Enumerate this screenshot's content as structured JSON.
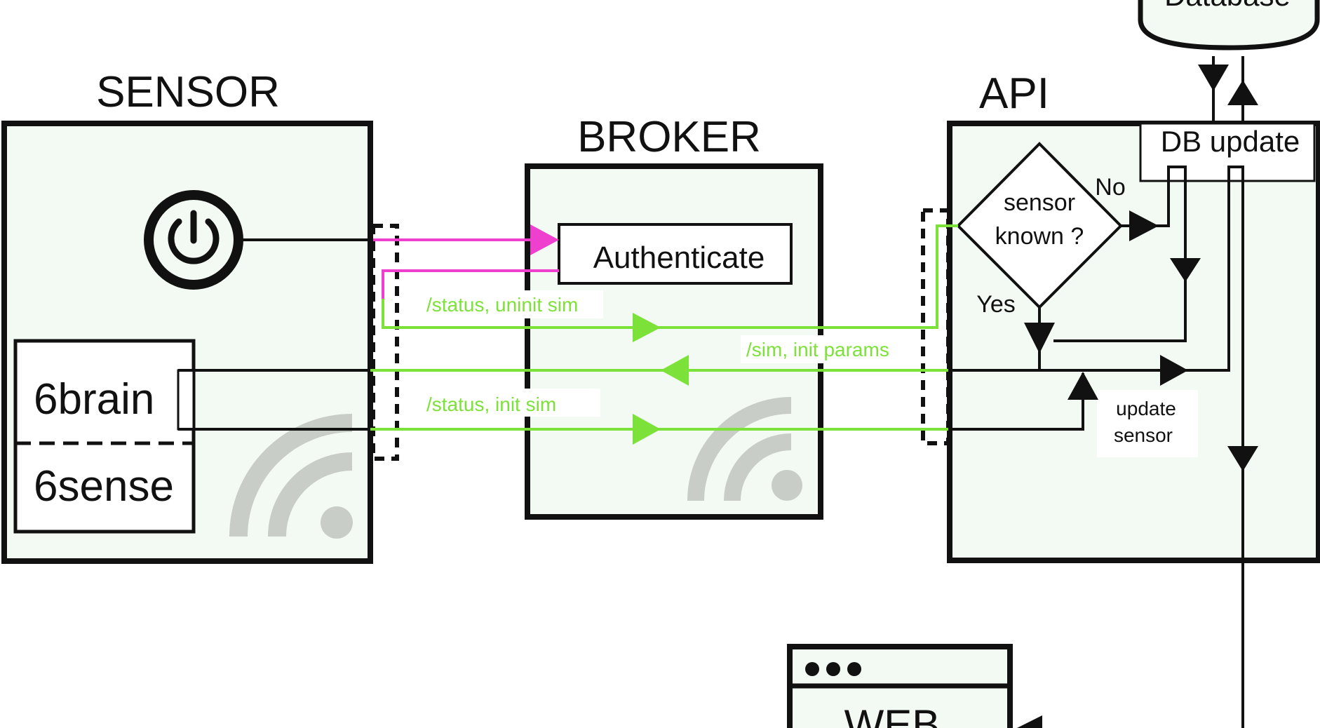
{
  "colors": {
    "panel_fill": "#f3f9f3",
    "stroke": "#111111",
    "magenta": "#ee3fcf",
    "green": "#7ce239",
    "wifi": "#c8cdc8"
  },
  "sensor": {
    "title": "SENSOR",
    "power_icon": "power-icon",
    "brain_label": "6brain",
    "sense_label": "6sense",
    "wifi_icon": "wifi-icon"
  },
  "broker": {
    "title": "BROKER",
    "authenticate_label": "Authenticate",
    "wifi_icon": "wifi-icon"
  },
  "api": {
    "title": "API",
    "decision_line1": "sensor",
    "decision_line2": "known ?",
    "no_label": "No",
    "yes_label": "Yes",
    "db_update_label": "DB update",
    "update_sensor_line1": "update",
    "update_sensor_line2": "sensor"
  },
  "database": {
    "label": "Database"
  },
  "web": {
    "label": "WEB",
    "window_dots_icon": "three-dots-icon"
  },
  "messages": {
    "status_uninit": "/status, uninit sim",
    "sim_init_params": "/sim, init params",
    "status_init": "/status, init sim"
  }
}
